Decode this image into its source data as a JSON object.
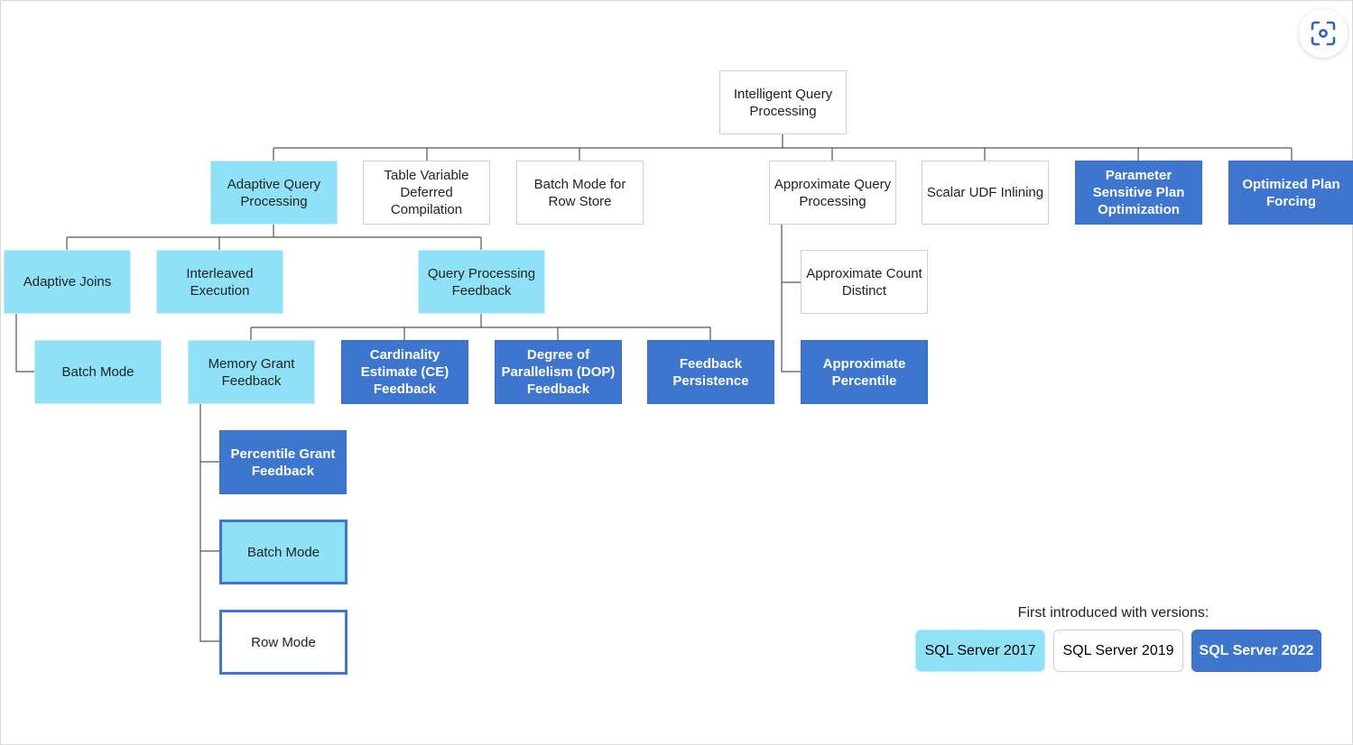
{
  "nodes": {
    "iqp": "Intelligent Query Processing",
    "aqp": "Adaptive Query Processing",
    "tvdc": "Table Variable Deferred Compilation",
    "bmrs": "Batch Mode for Row Store",
    "approx_qp": "Approximate Query Processing",
    "scalar_udf": "Scalar UDF Inlining",
    "psp": "Parameter Sensitive Plan Optimization",
    "opf": "Optimized Plan Forcing",
    "adaptive_joins": "Adaptive Joins",
    "interleaved": "Interleaved Execution",
    "qpf": "Query Processing Feedback",
    "approx_count": "Approximate Count Distinct",
    "batch_mode_aj": "Batch Mode",
    "mgf": "Memory Grant Feedback",
    "ce_feedback": "Cardinality Estimate (CE) Feedback",
    "dop_feedback": "Degree of Parallelism (DOP) Feedback",
    "feedback_persistence": "Feedback Persistence",
    "approx_percentile": "Approximate Percentile",
    "percentile_grant": "Percentile Grant Feedback",
    "batch_mode_mgf": "Batch Mode",
    "row_mode_mgf": "Row Mode"
  },
  "legend": {
    "title": "First introduced with versions:",
    "items": [
      {
        "label": "SQL Server 2017",
        "color": "#8fe1f8"
      },
      {
        "label": "SQL Server 2019",
        "color": "#ffffff"
      },
      {
        "label": "SQL Server 2022",
        "color": "#3e76cf"
      }
    ]
  },
  "colors": {
    "sql_2017": "#8fe1f8",
    "sql_2019": "#ffffff",
    "sql_2022": "#3e76cf",
    "connector": "#555555"
  },
  "icons": {
    "lens_button": "visual-search-icon"
  }
}
